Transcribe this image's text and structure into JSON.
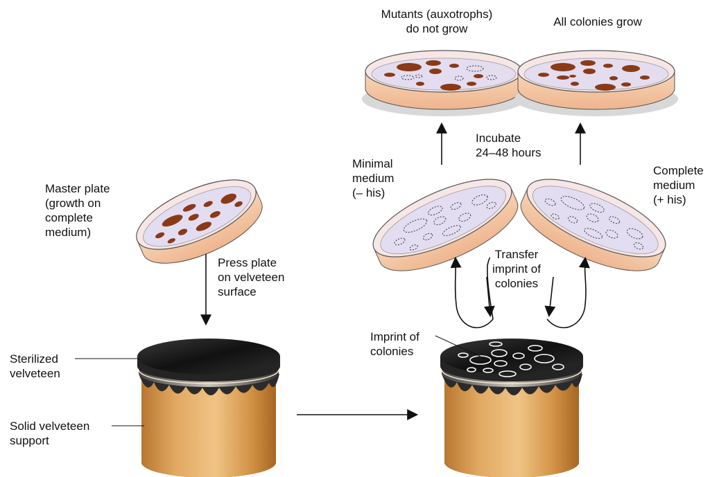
{
  "labels": {
    "mutants": "Mutants (auxotrophs)\ndo not grow",
    "all_grow": "All colonies grow",
    "incubate": "Incubate\n24–48 hours",
    "minimal": "Minimal\nmedium\n(– his)",
    "complete": "Complete\nmedium\n(+ his)",
    "master": "Master plate\n(growth on\ncomplete\nmedium)",
    "press": "Press plate\non velveteen\nsurface",
    "transfer": "Transfer\nimprint of\ncolonies",
    "imprint": "Imprint of\ncolonies",
    "sterilized": "Sterilized\nvelveteen",
    "support": "Solid velveteen\nsupport"
  },
  "colors": {
    "agar": "#f3c9a6",
    "colony": "#8a3a17",
    "dish_tint": "#d9d3ef",
    "velveteen": "#1c1c1c",
    "support": "#d69a4a"
  }
}
